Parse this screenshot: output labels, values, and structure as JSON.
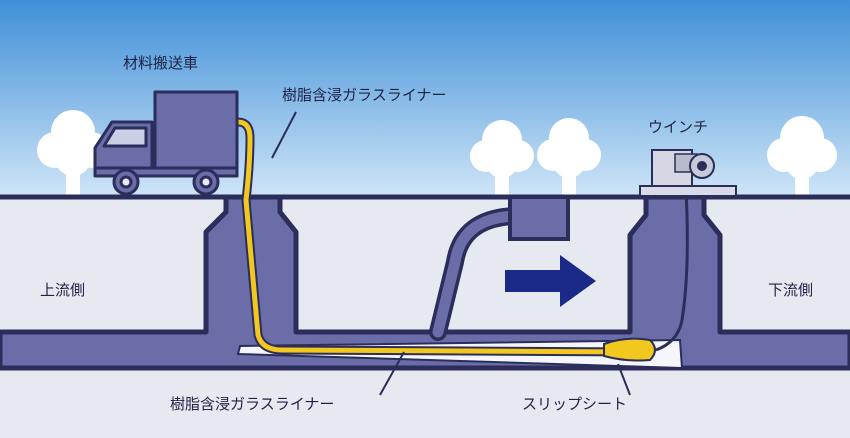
{
  "labels": {
    "truck": "材料搬送車",
    "liner_top": "樹脂含浸ガラスライナー",
    "liner_bottom": "樹脂含浸ガラスライナー",
    "winch": "ウインチ",
    "upstream": "上流側",
    "downstream": "下流側",
    "slip_sheet": "スリップシート"
  },
  "colors": {
    "sky_top": "#3f8fd8",
    "sky_bottom": "#c9e2f6",
    "ground": "#e7e9f0",
    "pipe": "#6a6da8",
    "outline": "#2b2d5a",
    "liner": "#f3c81e",
    "arrow": "#1b2a86",
    "sheet": "#f4f6fb"
  },
  "icons": [
    "truck-icon",
    "tree-icon",
    "winch-icon",
    "arrow-right-icon"
  ]
}
